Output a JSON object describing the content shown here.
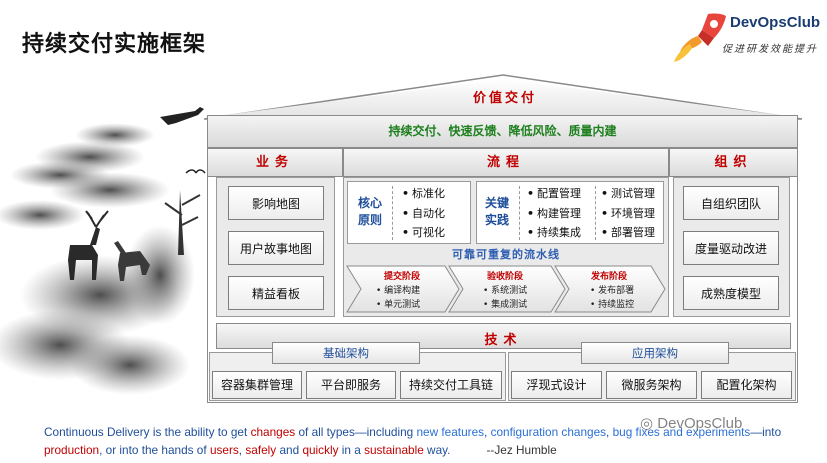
{
  "title": "持续交付实施框架",
  "logo": {
    "name": "DevOpsClub",
    "slogan": "促进研发效能提升"
  },
  "roof": {
    "title": "价值交付"
  },
  "beam": {
    "text": "持续交付、快速反馈、降低风险、质量内建"
  },
  "columns": {
    "business": {
      "header": "业务",
      "items": [
        "影响地图",
        "用户故事地图",
        "精益看板"
      ]
    },
    "process": {
      "header": "流程",
      "core": {
        "label": "核心原则",
        "bullets": [
          "标准化",
          "自动化",
          "可视化"
        ]
      },
      "key": {
        "label": "关键实践",
        "bullets_left": [
          "配置管理",
          "构建管理",
          "持续集成"
        ],
        "bullets_right": [
          "测试管理",
          "环境管理",
          "部署管理"
        ]
      },
      "pipeline": {
        "title": "可靠可重复的流水线",
        "stages": [
          {
            "name": "提交阶段",
            "items": [
              "编译构建",
              "单元测试"
            ]
          },
          {
            "name": "验收阶段",
            "items": [
              "系统测试",
              "集成测试"
            ]
          },
          {
            "name": "发布阶段",
            "items": [
              "发布部署",
              "持续监控"
            ]
          }
        ]
      }
    },
    "organization": {
      "header": "组织",
      "items": [
        "自组织团队",
        "度量驱动改进",
        "成熟度模型"
      ]
    }
  },
  "tech": {
    "header": "技术",
    "infra": {
      "label": "基础架构",
      "items": [
        "容器集群管理",
        "平台即服务",
        "持续交付工具链"
      ]
    },
    "app": {
      "label": "应用架构",
      "items": [
        "浮现式设计",
        "微服务架构",
        "配置化架构"
      ]
    }
  },
  "quote": {
    "p1": "Continuous Delivery is the ability to get ",
    "h1": "changes",
    "p2": " of all types—including ",
    "h2": "new features",
    "p3": ", ",
    "h3": "configuration changes",
    "p4": ", ",
    "h4": "bug fixes and experiments",
    "p5": "—into ",
    "h5": "production",
    "p6": ", or into the hands of ",
    "h6": "users",
    "p7": ", ",
    "h7": "safely",
    "p8": " and ",
    "h8": "quickly",
    "p9": " in a ",
    "h9": "sustainable",
    "p10": " way.",
    "author": "--Jez Humble"
  },
  "watermark": "DevOpsClub",
  "colors": {
    "title_red": "#c00000",
    "green": "#1d7f1d",
    "blue": "#1f4e9a"
  }
}
